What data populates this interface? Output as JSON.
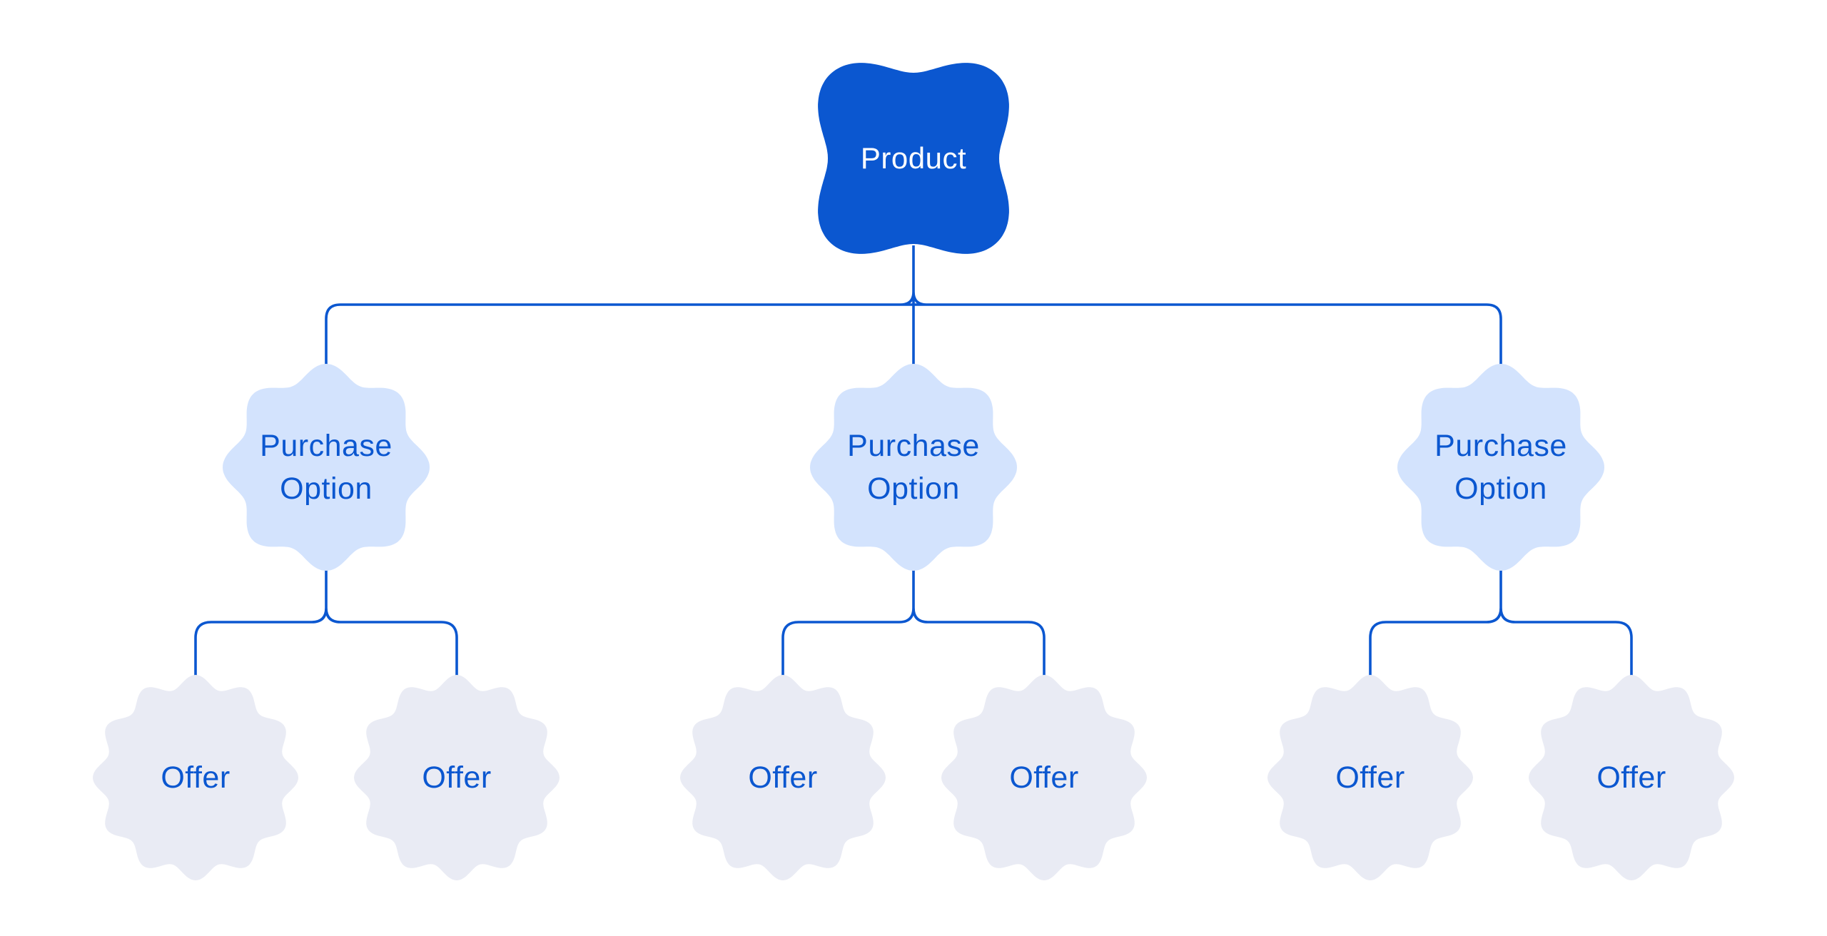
{
  "diagram": {
    "type": "tree",
    "root": {
      "label": "Product"
    },
    "purchase_options": [
      {
        "label_lines": [
          "Purchase",
          "Option"
        ],
        "offers": [
          {
            "label": "Offer"
          },
          {
            "label": "Offer"
          }
        ]
      },
      {
        "label_lines": [
          "Purchase",
          "Option"
        ],
        "offers": [
          {
            "label": "Offer"
          },
          {
            "label": "Offer"
          }
        ]
      },
      {
        "label_lines": [
          "Purchase",
          "Option"
        ],
        "offers": [
          {
            "label": "Offer"
          },
          {
            "label": "Offer"
          }
        ]
      }
    ],
    "colors": {
      "background": "#FFFFFF",
      "primary": "#0B57D0",
      "root_fill": "#0B57D0",
      "root_text": "#FFFFFF",
      "option_fill": "#D3E3FD",
      "offer_fill": "#E9EBF4",
      "node_text": "#0B57D0",
      "connector": "#0B57D0"
    }
  }
}
